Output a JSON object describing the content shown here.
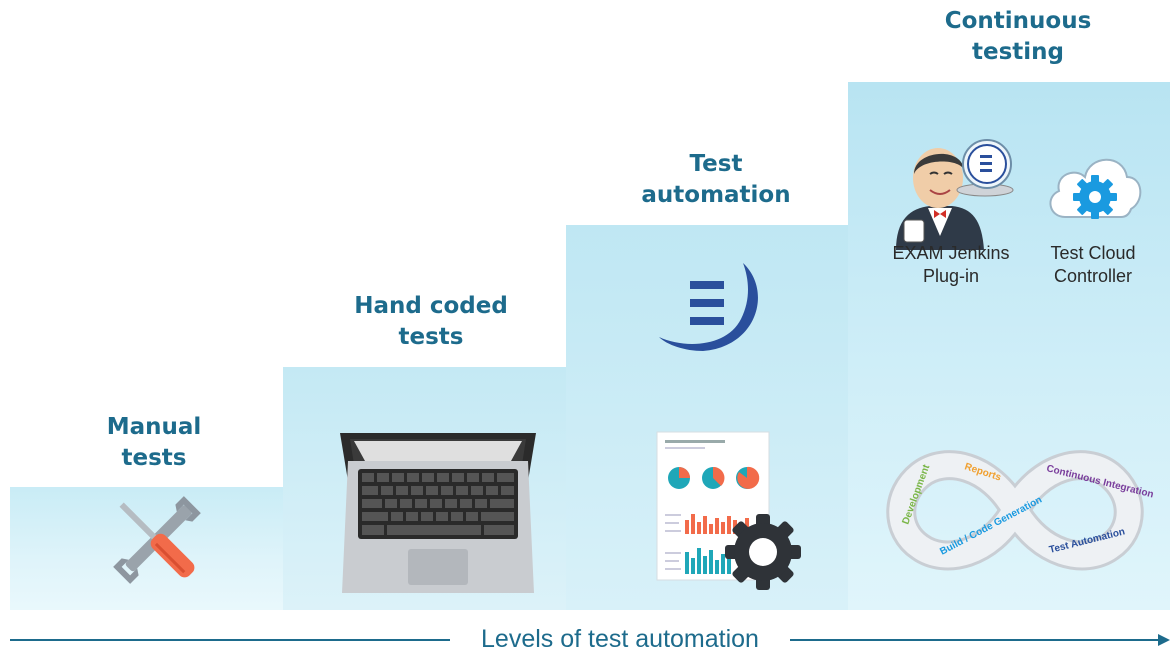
{
  "steps": [
    {
      "title_line1": "Manual",
      "title_line2": "tests"
    },
    {
      "title_line1": "Hand coded",
      "title_line2": "tests"
    },
    {
      "title_line1": "Test",
      "title_line2": "automation"
    },
    {
      "title_line1": "Continuous",
      "title_line2": "testing"
    }
  ],
  "continuous_items": [
    {
      "line1": "EXAM Jenkins",
      "line2": "Plug-in"
    },
    {
      "line1": "Test Cloud",
      "line2": "Controller"
    }
  ],
  "infinity_labels": {
    "development": "Development",
    "reports": "Reports",
    "continuous_integration": "Continuous Integration",
    "build": "Build / Code Generation",
    "test_automation": "Test Automation"
  },
  "axis_label": "Levels of test automation",
  "colors": {
    "title": "#1d6b8c",
    "step_fill": "#cdeef8",
    "exam_blue": "#2a4f9c",
    "gear_blue": "#1a9ae0",
    "arrow": "#1d6b8c"
  },
  "icons": [
    "tools-icon",
    "laptop-icon",
    "exam-logo-icon",
    "report-gear-icon",
    "jenkins-butler-icon",
    "cloud-gear-icon",
    "infinity-cycle-icon"
  ]
}
